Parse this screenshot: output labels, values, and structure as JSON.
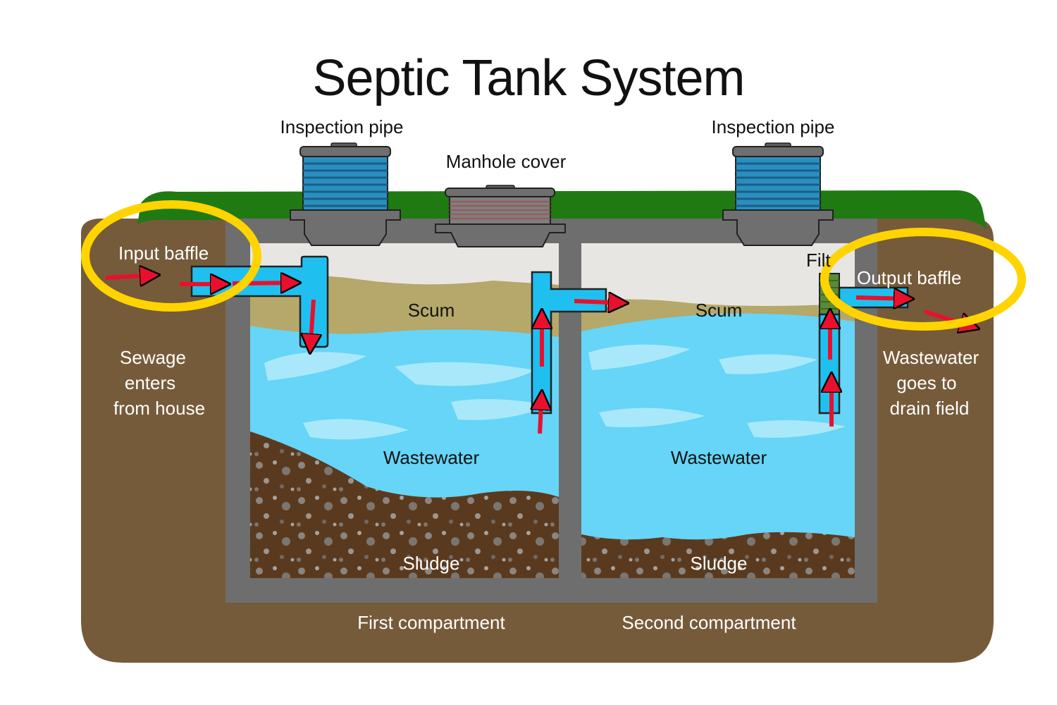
{
  "title": "Septic Tank System",
  "labels": {
    "inspection_pipe_left": "Inspection pipe",
    "inspection_pipe_right": "Inspection pipe",
    "manhole_cover": "Manhole cover",
    "input_baffle": "Input baffle",
    "output_baffle": "Output baffle",
    "filter_partial": "Filt",
    "scum_first": "Scum",
    "scum_second": "Scum",
    "wastewater_first": "Wastewater",
    "wastewater_second": "Wastewater",
    "sludge_first": "Sludge",
    "sludge_second": "Sludge",
    "sewage_line1": "Sewage",
    "sewage_line2": "enters",
    "sewage_line3": "from house",
    "drain_line1": "Wastewater",
    "drain_line2": "goes to",
    "drain_line3": "drain field",
    "first_compartment": "First compartment",
    "second_compartment": "Second compartment"
  },
  "colors": {
    "soil": "#765b3a",
    "grass": "#1f7a12",
    "tank_wall": "#6e6e6e",
    "air": "#e8e6e3",
    "scum": "#b5a86a",
    "water": "#66d5f7",
    "water_light": "#a9e8fb",
    "sludge": "#5a3a1f",
    "pipe": "#1fc0f0",
    "arrow": "#e8112d",
    "highlight": "#ffd400"
  },
  "icons": [
    "inspection-pipe-icon",
    "manhole-cover-icon",
    "flow-arrow-icon",
    "highlight-circle-icon"
  ]
}
